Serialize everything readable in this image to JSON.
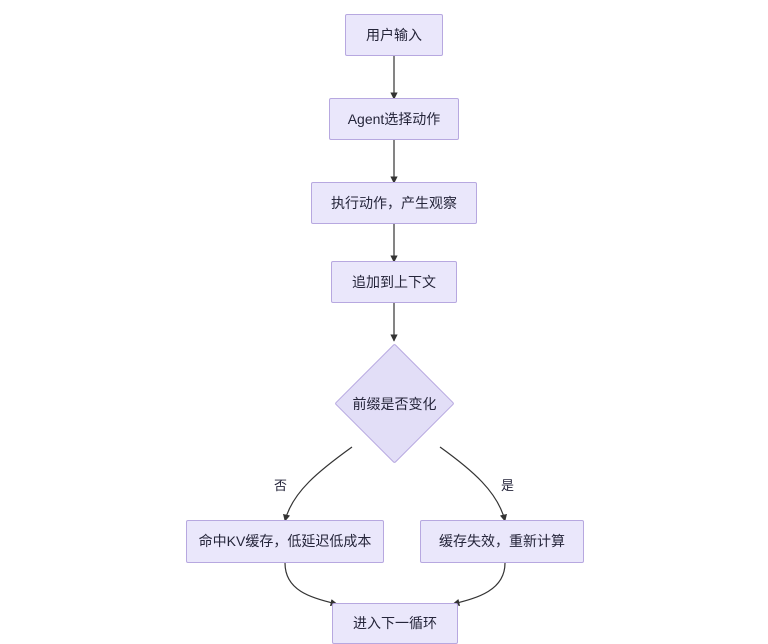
{
  "diagram": {
    "type": "flowchart",
    "direction": "top-to-bottom",
    "background_color": "#ffffff",
    "node_fill_color": "#eae7fb",
    "node_border_color": "#b7a8e0",
    "text_color": "#25253a",
    "edge_color": "#333333",
    "nodes": [
      {
        "id": "user-input",
        "shape": "rect",
        "label": "用户输入"
      },
      {
        "id": "agent-select-action",
        "shape": "rect",
        "label": "Agent选择动作"
      },
      {
        "id": "execute-action",
        "shape": "rect",
        "label": "执行动作，产生观察"
      },
      {
        "id": "append-context",
        "shape": "rect",
        "label": "追加到上下文"
      },
      {
        "id": "prefix-changed",
        "shape": "diamond",
        "label": "前缀是否变化"
      },
      {
        "id": "cache-hit",
        "shape": "rect",
        "label": "命中KV缓存，低延迟低成本"
      },
      {
        "id": "cache-miss",
        "shape": "rect",
        "label": "缓存失效，重新计算"
      },
      {
        "id": "next-loop",
        "shape": "rect",
        "label": "进入下一循环"
      }
    ],
    "edges": [
      {
        "from": "user-input",
        "to": "agent-select-action",
        "label": ""
      },
      {
        "from": "agent-select-action",
        "to": "execute-action",
        "label": ""
      },
      {
        "from": "execute-action",
        "to": "append-context",
        "label": ""
      },
      {
        "from": "append-context",
        "to": "prefix-changed",
        "label": ""
      },
      {
        "from": "prefix-changed",
        "to": "cache-hit",
        "label": "否"
      },
      {
        "from": "prefix-changed",
        "to": "cache-miss",
        "label": "是"
      },
      {
        "from": "cache-hit",
        "to": "next-loop",
        "label": ""
      },
      {
        "from": "cache-miss",
        "to": "next-loop",
        "label": ""
      }
    ],
    "edge_labels": {
      "no": "否",
      "yes": "是"
    }
  }
}
